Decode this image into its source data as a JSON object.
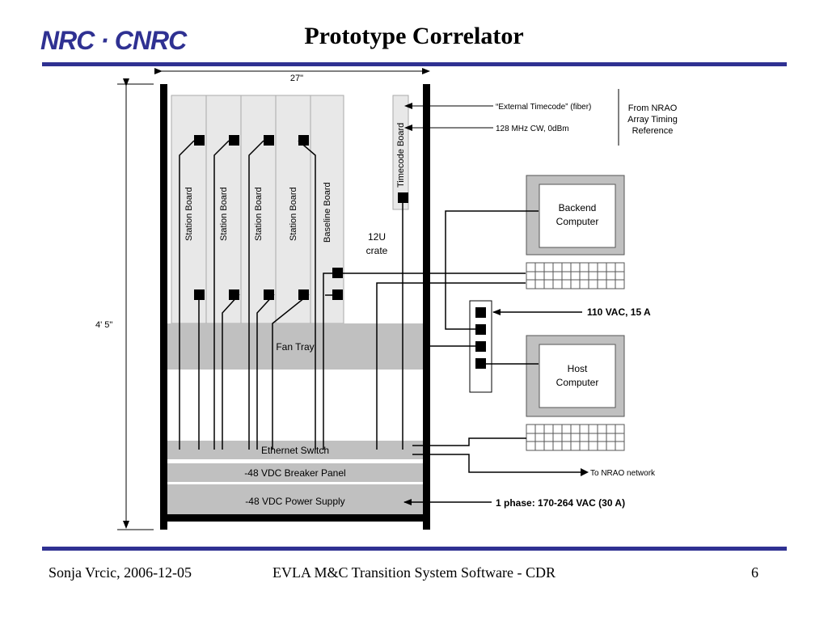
{
  "header": {
    "logo_text": "NRC · CNRC",
    "title": "Prototype Correlator"
  },
  "diagram": {
    "width_label": "27\"",
    "height_label": "4' 5\"",
    "station_boards": [
      "Station Board",
      "Station Board",
      "Station Board",
      "Station Board"
    ],
    "baseline_board": "Baseline Board",
    "timecode_board": "Timecode Board",
    "crate_label_line1": "12U",
    "crate_label_line2": "crate",
    "fan_tray": "Fan Tray",
    "ethernet_switch": "Ethernet Switch",
    "breaker_panel": "-48 VDC Breaker Panel",
    "power_supply": "-48 VDC Power Supply",
    "external_timecode": "“External Timecode” (fiber)",
    "mhz_signal": "128 MHz CW, 0dBm",
    "nrao_ref_line1": "From NRAO",
    "nrao_ref_line2": "Array Timing",
    "nrao_ref_line3": "Reference",
    "backend_line1": "Backend",
    "backend_line2": "Computer",
    "host_line1": "Host",
    "host_line2": "Computer",
    "power_110": "110 VAC, 15 A",
    "to_network": "To NRAO network",
    "phase_power": "1 phase: 170-264 VAC (30 A)"
  },
  "footer": {
    "author_date": "Sonja Vrcic, 2006-12-05",
    "presentation": "EVLA M&C Transition System Software - CDR",
    "page_number": "6"
  },
  "colors": {
    "rule": "#2f3192",
    "logo": "#2f3192",
    "panel_gray": "#c0c0c0",
    "board_gray": "#e8e8e8"
  }
}
